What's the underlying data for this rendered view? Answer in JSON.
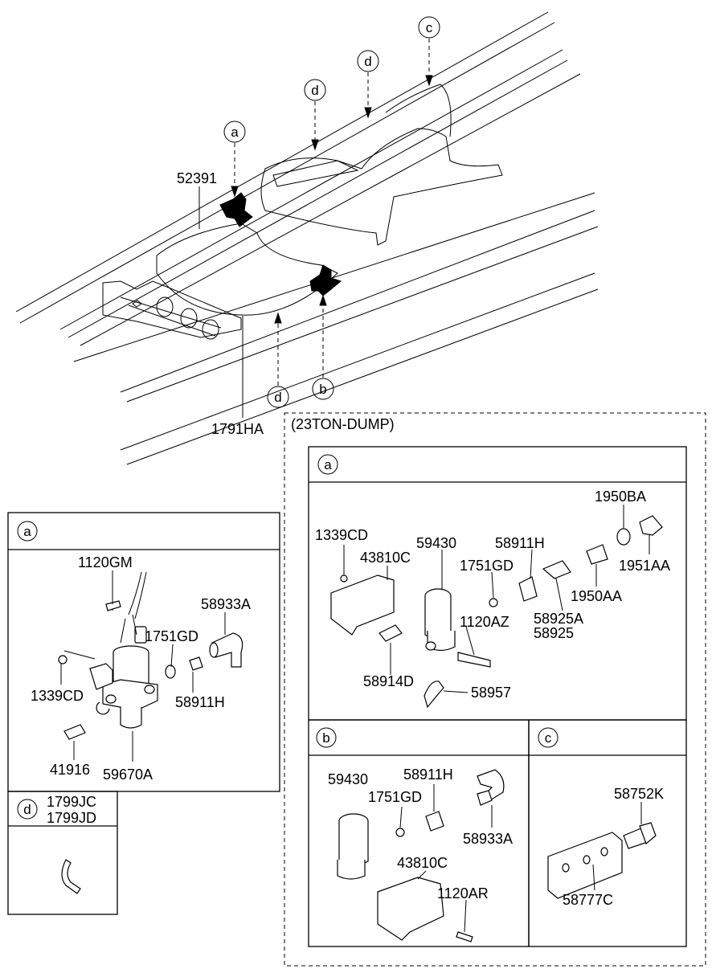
{
  "main_view": {
    "callouts": [
      "a",
      "b",
      "c",
      "d",
      "d",
      "d"
    ],
    "labels": {
      "bracket": "52391",
      "hose": "1791HA"
    }
  },
  "panel_a_left": {
    "letter": "a",
    "parts": [
      "1120GM",
      "58933A",
      "1751GD",
      "1339CD",
      "58911H",
      "41916",
      "59670A"
    ]
  },
  "panel_d": {
    "letter": "d",
    "parts": [
      "1799JC",
      "1799JD"
    ]
  },
  "dump_group": {
    "title": "(23TON-DUMP)",
    "panel_a": {
      "letter": "a",
      "parts": [
        "1950BA",
        "1339CD",
        "59430",
        "58911H",
        "43810C",
        "1751GD",
        "1951AA",
        "1950AA",
        "1120AZ",
        "58925A",
        "58925",
        "58914D",
        "58957"
      ]
    },
    "panel_b": {
      "letter": "b",
      "parts": [
        "58911H",
        "59430",
        "1751GD",
        "58933A",
        "43810C",
        "1120AR"
      ]
    },
    "panel_c": {
      "letter": "c",
      "parts": [
        "58752K",
        "58777C"
      ]
    }
  }
}
